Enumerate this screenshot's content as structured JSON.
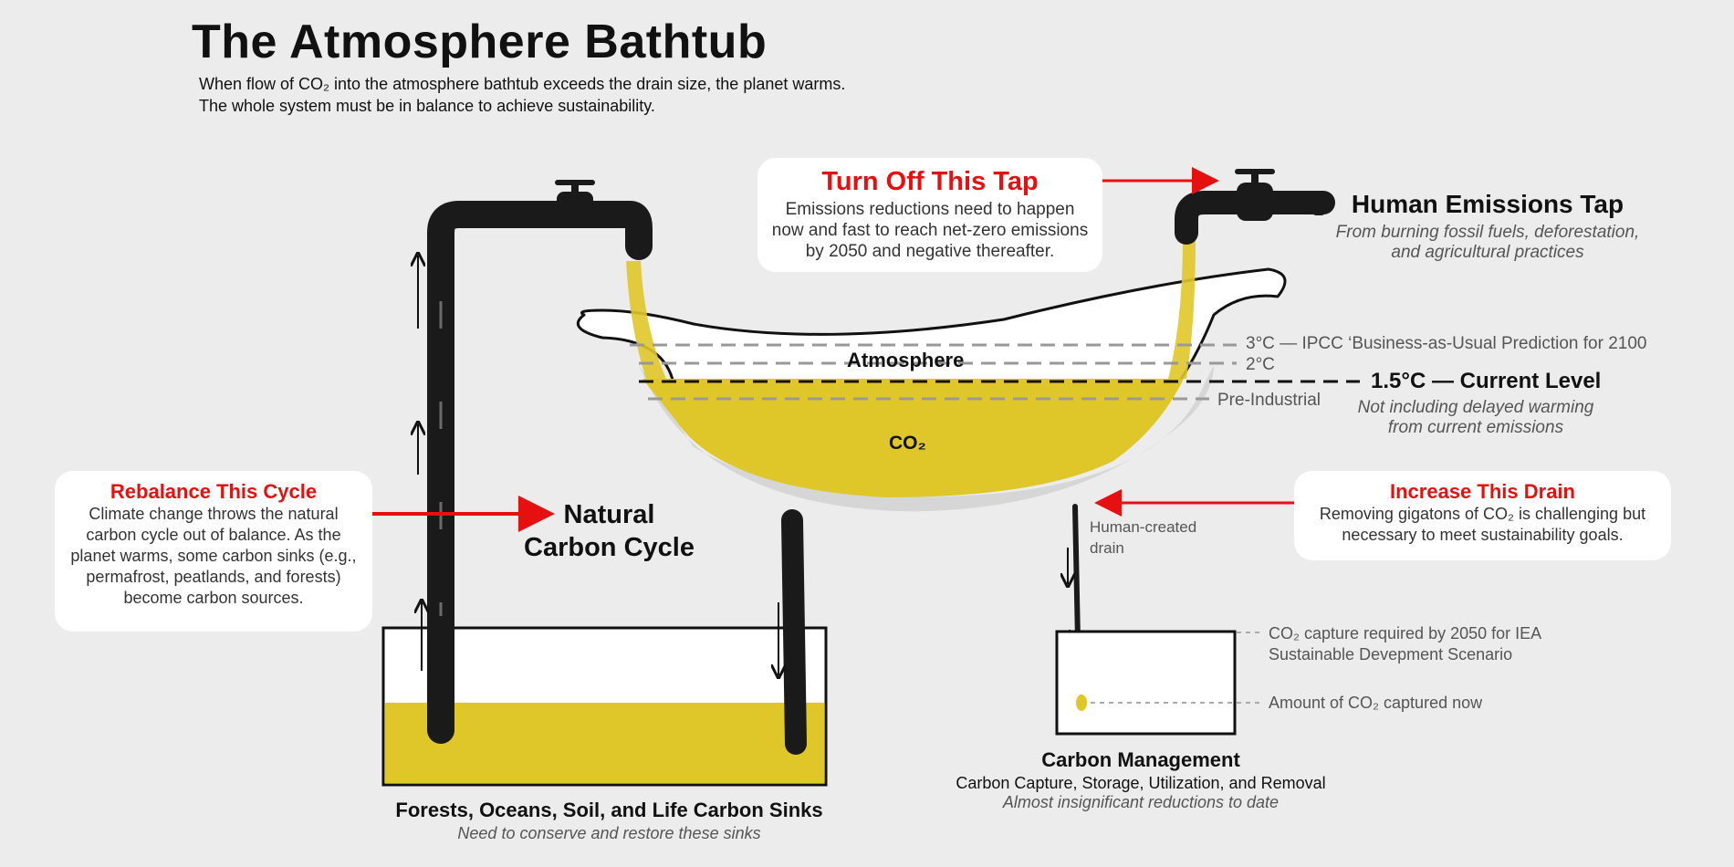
{
  "header": {
    "title": "The Atmosphere Bathtub",
    "subtitle_line1": "When flow of CO₂ into the atmosphere bathtub exceeds the drain size, the planet warms.",
    "subtitle_line2": "The whole system must be in balance to achieve sustainability."
  },
  "tap_callout": {
    "head": "Turn Off This Tap",
    "body": "Emissions reductions need to happen now and fast to reach net-zero emissions by 2050 and negative thereafter."
  },
  "human_tap": {
    "title": "Human Emissions Tap",
    "line1": "From burning fossil fuels, deforestation,",
    "line2": "and agricultural practices"
  },
  "tub": {
    "atmosphere_label": "Atmosphere",
    "co2_label": "CO₂"
  },
  "levels": {
    "three": "3°C — IPCC ‘Business-as-Usual Prediction for 2100",
    "two": "2°C",
    "current": "1.5°C — Current Level",
    "pre": "Pre-Industrial",
    "note_line1": "Not including delayed warming",
    "note_line2": "from current emissions"
  },
  "rebalance_callout": {
    "head": "Rebalance This Cycle",
    "body": "Climate change throws the natural carbon cycle out of balance. As the planet warms, some carbon sinks (e.g., permafrost, peatlands, and forests) become carbon sources."
  },
  "natural_cycle": {
    "line1": "Natural",
    "line2": "Carbon Cycle"
  },
  "drain_callout": {
    "head": "Increase This Drain",
    "body": "Removing gigatons of CO₂ is challenging but necessary to meet sustainability goals."
  },
  "drain": {
    "line1": "Human-created",
    "line2": "drain"
  },
  "capture": {
    "required_line1": "CO₂ capture required by 2050 for IEA",
    "required_line2": "Sustainable Devepment Scenario",
    "now": "Amount of CO₂ captured now"
  },
  "sinks": {
    "title": "Forests, Oceans, Soil, and Life Carbon Sinks",
    "note": "Need to conserve and restore these sinks"
  },
  "carbon_management": {
    "title": "Carbon Management",
    "line1": "Carbon Capture, Storage, Utilization, and Removal",
    "line2": "Almost insignificant reductions to date"
  },
  "colors": {
    "co2_yellow": "#e0c729",
    "accent_red": "#e61010",
    "pipe_black": "#1a1a1a",
    "background": "#ececec"
  }
}
